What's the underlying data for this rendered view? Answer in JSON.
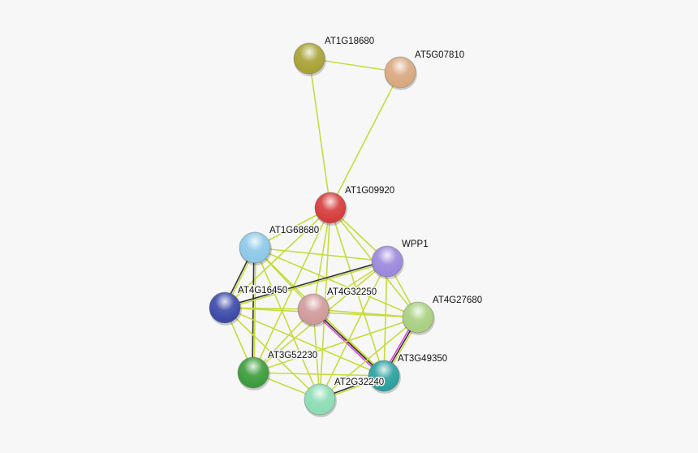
{
  "nodes": [
    {
      "id": "AT1G18680",
      "label": "AT1G18680",
      "color": "#a8a236"
    },
    {
      "id": "AT5G07810",
      "label": "AT5G07810",
      "color": "#d9a880"
    },
    {
      "id": "AT1G09920",
      "label": "AT1G09920",
      "color": "#d63c3c"
    },
    {
      "id": "AT1G68680",
      "label": "AT1G68680",
      "color": "#8cc8e8"
    },
    {
      "id": "WPP1",
      "label": "WPP1",
      "color": "#9c88dc"
    },
    {
      "id": "AT4G16450",
      "label": "AT4G16450",
      "color": "#3c4aa8"
    },
    {
      "id": "AT4G32250",
      "label": "AT4G32250",
      "color": "#d09a9a"
    },
    {
      "id": "AT4G27680",
      "label": "AT4G27680",
      "color": "#a8d080"
    },
    {
      "id": "AT3G52230",
      "label": "AT3G52230",
      "color": "#3c9c3c"
    },
    {
      "id": "AT3G49350",
      "label": "AT3G49350",
      "color": "#2ca0a0"
    },
    {
      "id": "AT2G32240",
      "label": "AT2G32240",
      "color": "#8cdcb4"
    }
  ],
  "edges": [
    [
      "AT1G18680",
      "AT5G07810",
      [
        "text"
      ]
    ],
    [
      "AT1G18680",
      "AT1G09920",
      [
        "text"
      ]
    ],
    [
      "AT5G07810",
      "AT1G09920",
      [
        "text"
      ]
    ],
    [
      "AT1G09920",
      "AT1G68680",
      [
        "text"
      ]
    ],
    [
      "AT1G09920",
      "WPP1",
      [
        "text"
      ]
    ],
    [
      "AT1G09920",
      "AT4G16450",
      [
        "text"
      ]
    ],
    [
      "AT1G09920",
      "AT4G32250",
      [
        "text"
      ]
    ],
    [
      "AT1G09920",
      "AT4G27680",
      [
        "text"
      ]
    ],
    [
      "AT1G09920",
      "AT3G52230",
      [
        "text"
      ]
    ],
    [
      "AT1G09920",
      "AT3G49350",
      [
        "text"
      ]
    ],
    [
      "AT1G09920",
      "AT2G32240",
      [
        "text"
      ]
    ],
    [
      "AT1G68680",
      "WPP1",
      [
        "text"
      ]
    ],
    [
      "AT1G68680",
      "AT4G16450",
      [
        "text",
        "coexp"
      ]
    ],
    [
      "AT1G68680",
      "AT4G32250",
      [
        "text"
      ]
    ],
    [
      "AT1G68680",
      "AT4G27680",
      [
        "text"
      ]
    ],
    [
      "AT1G68680",
      "AT3G52230",
      [
        "text",
        "coexp"
      ]
    ],
    [
      "AT1G68680",
      "AT3G49350",
      [
        "text"
      ]
    ],
    [
      "AT1G68680",
      "AT2G32240",
      [
        "text"
      ]
    ],
    [
      "WPP1",
      "AT4G16450",
      [
        "text",
        "coexp"
      ]
    ],
    [
      "WPP1",
      "AT4G32250",
      [
        "text"
      ]
    ],
    [
      "WPP1",
      "AT4G27680",
      [
        "text"
      ]
    ],
    [
      "WPP1",
      "AT3G52230",
      [
        "text"
      ]
    ],
    [
      "WPP1",
      "AT3G49350",
      [
        "text"
      ]
    ],
    [
      "WPP1",
      "AT2G32240",
      [
        "text"
      ]
    ],
    [
      "AT4G16450",
      "AT4G32250",
      [
        "text"
      ]
    ],
    [
      "AT4G16450",
      "AT4G27680",
      [
        "text"
      ]
    ],
    [
      "AT4G16450",
      "AT3G52230",
      [
        "text"
      ]
    ],
    [
      "AT4G16450",
      "AT3G49350",
      [
        "text"
      ]
    ],
    [
      "AT4G16450",
      "AT2G32240",
      [
        "text"
      ]
    ],
    [
      "AT4G32250",
      "AT4G27680",
      [
        "text"
      ]
    ],
    [
      "AT4G32250",
      "AT3G52230",
      [
        "text"
      ]
    ],
    [
      "AT4G32250",
      "AT3G49350",
      [
        "text",
        "coexp",
        "experiment"
      ]
    ],
    [
      "AT4G32250",
      "AT2G32240",
      [
        "text"
      ]
    ],
    [
      "AT4G27680",
      "AT3G52230",
      [
        "text"
      ]
    ],
    [
      "AT4G27680",
      "AT3G49350",
      [
        "text",
        "coexp",
        "experiment"
      ]
    ],
    [
      "AT4G27680",
      "AT2G32240",
      [
        "text"
      ]
    ],
    [
      "AT3G52230",
      "AT3G49350",
      [
        "text"
      ]
    ],
    [
      "AT3G52230",
      "AT2G32240",
      [
        "text"
      ]
    ],
    [
      "AT3G49350",
      "AT2G32240",
      [
        "text",
        "coexp"
      ]
    ]
  ],
  "edge_colors": {
    "text": "#c6dc3c",
    "coexp": "#333333",
    "experiment": "#e040e0"
  }
}
